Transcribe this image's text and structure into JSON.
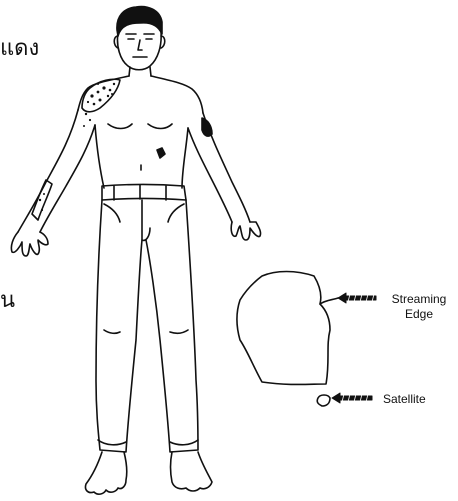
{
  "thai_text_top": "แดง",
  "thai_text_middle": "น",
  "labels": {
    "streaming_line1": "Streaming",
    "streaming_line2": "Edge",
    "satellite": "Satellite"
  },
  "colors": {
    "ink": "#111111",
    "background": "#ffffff"
  }
}
